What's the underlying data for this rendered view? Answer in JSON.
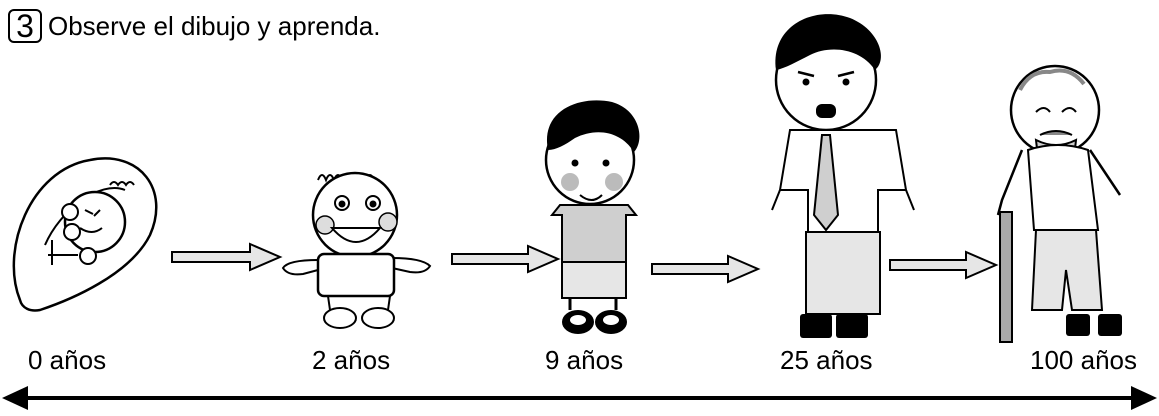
{
  "exercise": {
    "number": "3",
    "instruction": "Observe el dibujo y aprenda."
  },
  "stages": [
    {
      "age": "0 años",
      "figure": "baby-icon"
    },
    {
      "age": "2 años",
      "figure": "toddler-icon"
    },
    {
      "age": "9 años",
      "figure": "boy-icon"
    },
    {
      "age": "25 años",
      "figure": "young-man-icon"
    },
    {
      "age": "100 años",
      "figure": "old-man-icon"
    }
  ],
  "colors": {
    "line": "#000000",
    "gray": "#cfcfcf",
    "light": "#e6e6e6",
    "cheek": "#bbbbbb"
  }
}
